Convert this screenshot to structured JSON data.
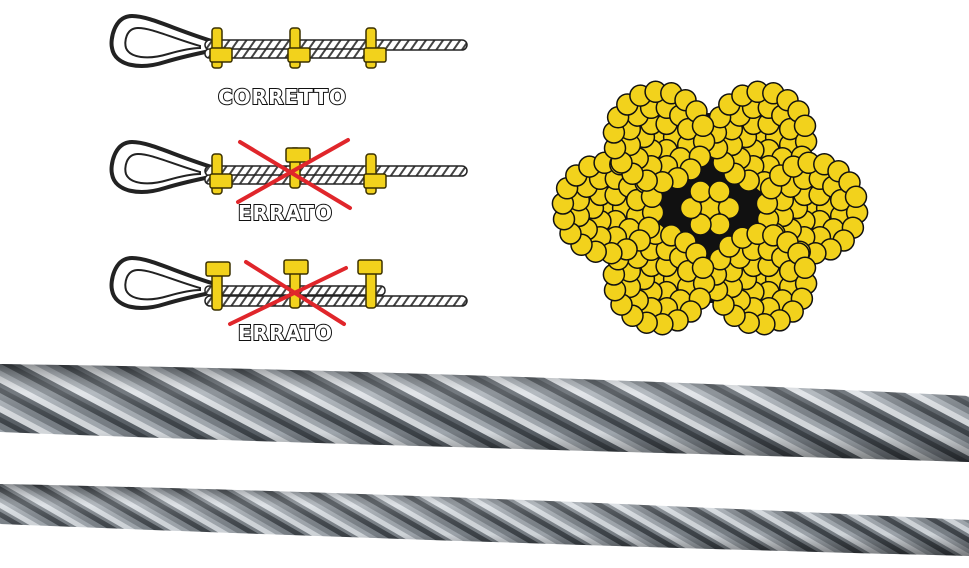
{
  "diagrams": [
    {
      "caption": "CORRETTO",
      "status": "correct",
      "clip_orientation": "saddle-on-live-end"
    },
    {
      "caption": "ERRATO",
      "status": "wrong",
      "clip_orientation": "alternating"
    },
    {
      "caption": "ERRATO",
      "status": "wrong",
      "clip_orientation": "reversed"
    }
  ],
  "cross_section": {
    "strands": 6,
    "wires_per_strand": 37,
    "core": "wire-strand"
  },
  "colors": {
    "clip": "#f2d21c",
    "clip_outline": "#3a3000",
    "wire": "#f2d21c",
    "core": "#111111",
    "cross_mark": "#e0262b",
    "steel_light": "#c6cbd0",
    "steel_dark": "#3a3f45"
  },
  "icons": [
    "thimble-icon",
    "wire-rope-clip-icon",
    "cross-mark-icon"
  ]
}
